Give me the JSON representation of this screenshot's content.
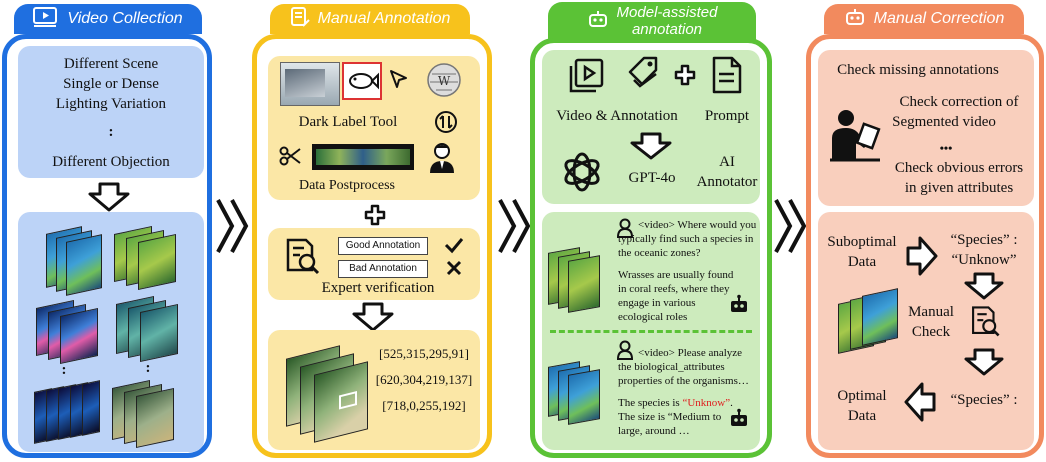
{
  "panels": {
    "video_collection": {
      "title": "Video Collection",
      "lines": [
        "Different Scene",
        "Single or Dense",
        "Lighting Variation",
        ":",
        "Different Objection"
      ],
      "dots": ":"
    },
    "manual_annotation": {
      "title": "Manual Annotation",
      "tool_label": "Dark Label Tool",
      "postprocess_label": "Data Postprocess",
      "good_label": "Good Annotation",
      "bad_label": "Bad Annotation",
      "expert_label": "Expert verification",
      "boxes": [
        "[525,315,295,91]",
        "[620,304,219,137]",
        "[718,0,255,192]"
      ]
    },
    "model_assisted": {
      "title_line1": "Model-assisted",
      "title_line2": "annotation",
      "video_annotation_label": "Video & Annotation",
      "prompt_label": "Prompt",
      "gpt_label": "GPT-4o",
      "ai_label_1": "AI",
      "ai_label_2": "Annotator",
      "qa1": {
        "question": "<video> Where would you typically find such a species in the oceanic zones?",
        "answer": "Wrasses are usually found in coral reefs, where they engage in various ecological roles"
      },
      "qa2": {
        "question": "<video> Please analyze the biological_attributes properties of the organisms…",
        "answer_prefix": "The species is ",
        "answer_highlight": "“Unknow”",
        "answer_suffix": ". The size is “Medium to large, around …"
      }
    },
    "manual_correction": {
      "title": "Manual Correction",
      "check1": "Check missing annotations",
      "check2a": "Check correction of",
      "check2b": "Segmented video",
      "dots": "•••",
      "check3a": "Check obvious errors",
      "check3b": "in given attributes",
      "suboptimal_a": "Suboptimal",
      "suboptimal_b": "Data",
      "species_key_1": "“Species” :",
      "species_val_1": "“Unknow”",
      "manual_a": "Manual",
      "manual_b": "Check",
      "optimal_a": "Optimal",
      "optimal_b": "Data",
      "species_key_2": "“Species” :"
    }
  },
  "arrows": [
    "❯❯",
    "❯❯",
    "❯❯"
  ],
  "colors": {
    "blue": "#1f6fe0",
    "blue_light": "#bcd3f7",
    "yellow": "#f7c21c",
    "yellow_light": "#fbe7a6",
    "green": "#5bc236",
    "green_light": "#cdebbd",
    "orange": "#f28a5e",
    "orange_light": "#f9cfbd",
    "red_text": "#e02020"
  }
}
